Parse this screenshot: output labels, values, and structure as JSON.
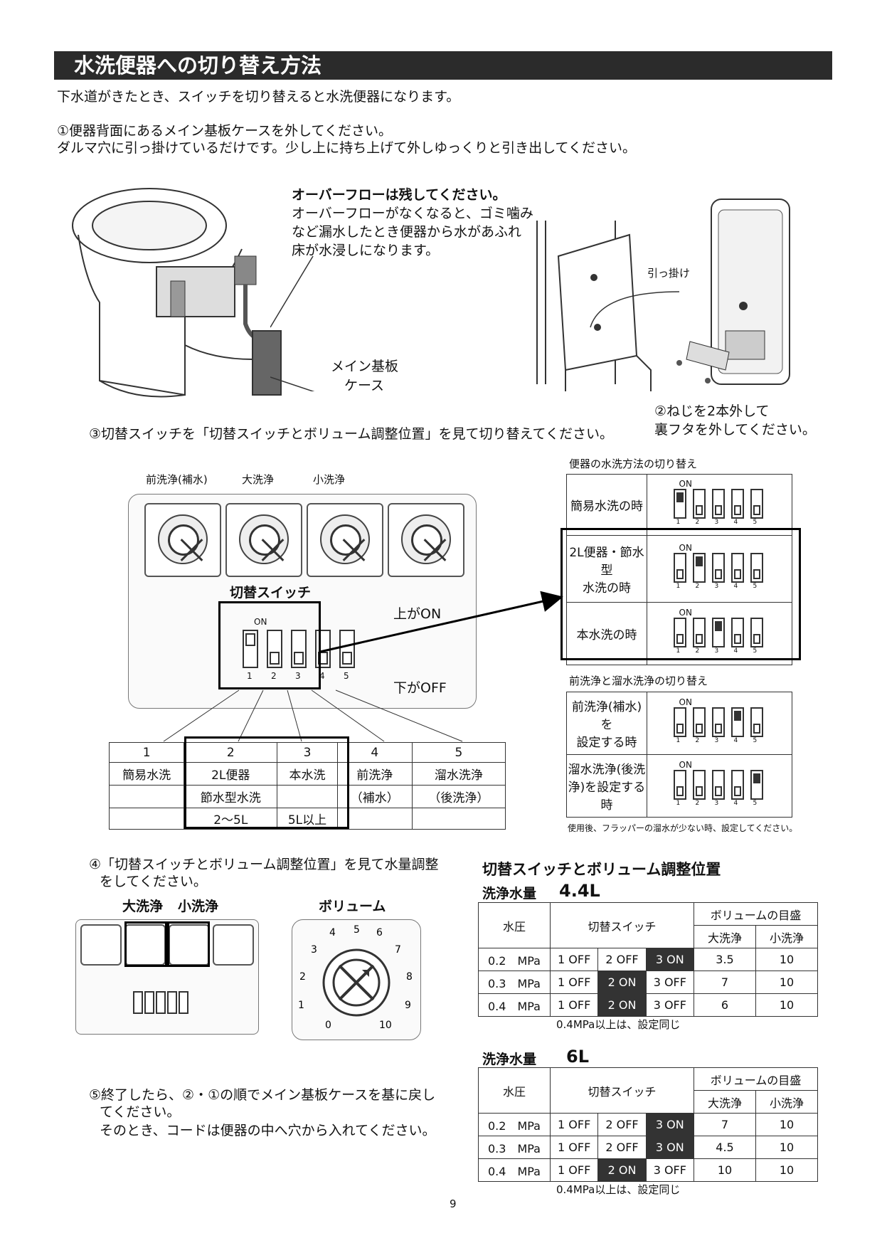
{
  "title": "水洗便器への切り替え方法",
  "intro": "下水道がきたとき、スイッチを切り替えると水洗便器になります。",
  "step1": {
    "line1": "①便器背面にあるメイン基板ケースを外してください。",
    "line2": "ダルマ穴に引っ掛けているだけです。少し上に持ち上げて外しゆっくりと引き出してください。"
  },
  "overflow": {
    "heading": "オーバーフローは残してください。",
    "lines": [
      "オーバーフローがなくなると、ゴミ噛み",
      "など漏水したとき便器から水があふれ",
      "床が水浸しになります。"
    ]
  },
  "case_label": [
    "メイン基板",
    "ケース"
  ],
  "hook_label": "引っ掛け",
  "step2": [
    "②ねじを2本外して",
    "裏フタを外してください。"
  ],
  "step3": "③切替スイッチを「切替スイッチとボリューム調整位置」を見て切り替えてください。",
  "dial_labels": [
    "前洗浄(補水)",
    "大洗浄",
    "小洗浄"
  ],
  "switch_label": "切替スイッチ",
  "up_on": "上がON",
  "down_off": "下がOFF",
  "dip_on": "ON",
  "dip_numbers": [
    "1",
    "2",
    "3",
    "4",
    "5"
  ],
  "switch_table": [
    {
      "num": "1",
      "l1": "簡易水洗",
      "l2": "",
      "l3": ""
    },
    {
      "num": "2",
      "l1": "2L便器",
      "l2": "節水型水洗",
      "l3": "2～5L"
    },
    {
      "num": "3",
      "l1": "本水洗",
      "l2": "",
      "l3": "5L以上"
    },
    {
      "num": "4",
      "l1": "前洗浄",
      "l2": "（補水）",
      "l3": ""
    },
    {
      "num": "5",
      "l1": "溜水洗浄",
      "l2": "（後洗浄）",
      "l3": ""
    }
  ],
  "flush_method": {
    "title": "便器の水洗方法の切り替え",
    "rows": [
      {
        "label": [
          "簡易水洗の時"
        ],
        "on_index": 1
      },
      {
        "label": [
          "2L便器・節水型",
          "水洗の時"
        ],
        "on_index": 2
      },
      {
        "label": [
          "本水洗の時"
        ],
        "on_index": 3
      }
    ]
  },
  "pre_flush": {
    "title": "前洗浄と溜水洗浄の切り替え",
    "rows": [
      {
        "label": [
          "前洗浄(補水)を",
          "設定する時"
        ],
        "on_index": 4
      },
      {
        "label": [
          "溜水洗浄(後洗",
          "浄)を設定する時"
        ],
        "on_index": 5
      }
    ],
    "note": "使用後、フラッパーの溜水が少ない時、設定してください。"
  },
  "step4": [
    "④「切替スイッチとボリューム調整位置」を見て水量調整",
    "をしてください。"
  ],
  "big_small": [
    "大洗浄",
    "小洗浄"
  ],
  "volume_label": "ボリューム",
  "volume_ticks": [
    "1",
    "2",
    "3",
    "4",
    "5",
    "6",
    "7",
    "8",
    "9",
    "10",
    "0"
  ],
  "step5": [
    "⑤終了したら、②・①の順でメイン基板ケースを基に戻し",
    "てください。",
    "そのとき、コードは便器の中へ穴から入れてください。"
  ],
  "settings": {
    "title": "切替スイッチとボリューム調整位置",
    "header": {
      "pressure": "水圧",
      "switch": "切替スイッチ",
      "volume": "ボリュームの目盛",
      "big": "大洗浄",
      "small": "小洗浄"
    },
    "note": "0.4MPa以上は、設定同じ",
    "tables": [
      {
        "label": "洗浄水量",
        "amount": "4.4L",
        "rows": [
          {
            "p": "0.2　MPa",
            "s1": "1 OFF",
            "s2": "2 OFF",
            "s3": "3 ON",
            "dark": 3,
            "big": "3.5",
            "small": "10"
          },
          {
            "p": "0.3　MPa",
            "s1": "1 OFF",
            "s2": "2 ON",
            "s3": "3 OFF",
            "dark": 2,
            "big": "7",
            "small": "10"
          },
          {
            "p": "0.4　MPa",
            "s1": "1 OFF",
            "s2": "2 ON",
            "s3": "3 OFF",
            "dark": 2,
            "big": "6",
            "small": "10"
          }
        ]
      },
      {
        "label": "洗浄水量",
        "amount": "6L",
        "rows": [
          {
            "p": "0.2　MPa",
            "s1": "1 OFF",
            "s2": "2 OFF",
            "s3": "3 ON",
            "dark": 3,
            "big": "7",
            "small": "10"
          },
          {
            "p": "0.3　MPa",
            "s1": "1 OFF",
            "s2": "2 OFF",
            "s3": "3 ON",
            "dark": 3,
            "big": "4.5",
            "small": "10"
          },
          {
            "p": "0.4　MPa",
            "s1": "1 OFF",
            "s2": "2 ON",
            "s3": "3 OFF",
            "dark": 2,
            "big": "10",
            "small": "10"
          }
        ]
      }
    ]
  },
  "page_number": "9"
}
